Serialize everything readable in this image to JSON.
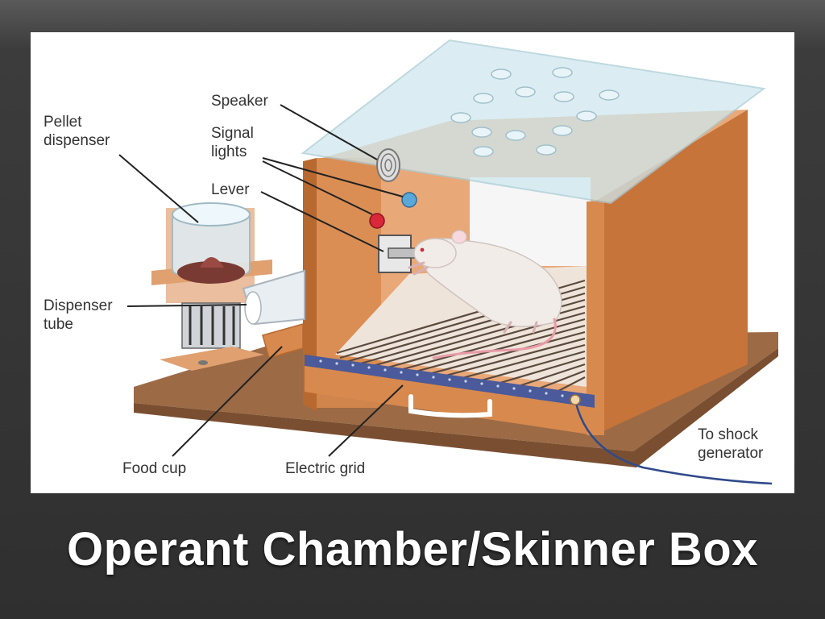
{
  "slide": {
    "title": "Operant Chamber/Skinner Box",
    "background_color": "#333333",
    "panel_color": "#ffffff"
  },
  "diagram": {
    "labels": {
      "speaker": "Speaker",
      "signal_lights": "Signal\nlights",
      "lever": "Lever",
      "pellet_dispenser": "Pellet\ndispenser",
      "dispenser_tube": "Dispenser\ntube",
      "food_cup": "Food cup",
      "electric_grid": "Electric grid",
      "shock_generator": "To shock\ngenerator"
    },
    "colors": {
      "wood": "#d8894e",
      "wood_dark": "#b8692f",
      "base": "#9c6a45",
      "glass": "#cfe8ef",
      "grid_bar": "#5a4a3e",
      "grid_strip": "#4a5a9a",
      "light_blue": "#5aa8d8",
      "light_red": "#d8283a",
      "rat": "#f2ece8",
      "tail": "#e89aa6",
      "cable": "#2f4a8a"
    }
  }
}
